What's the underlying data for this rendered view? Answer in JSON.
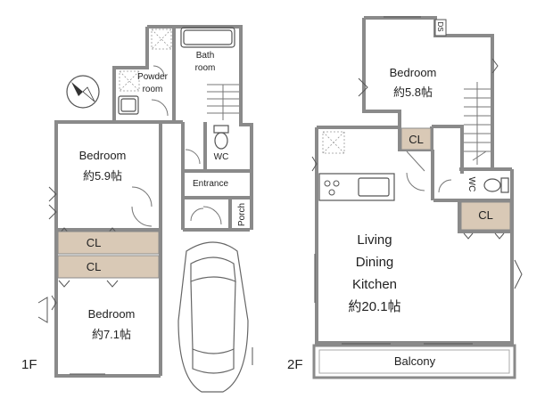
{
  "floor_1": {
    "level_label": "1F",
    "bath": {
      "name_line1": "Bath",
      "name_line2": "room"
    },
    "powder": {
      "name_line1": "Powder",
      "name_line2": "room"
    },
    "bedroom_a": {
      "name": "Bedroom",
      "size": "約5.9帖"
    },
    "bedroom_b": {
      "name": "Bedroom",
      "size": "約7.1帖"
    },
    "closet_a": "CL",
    "closet_b": "CL",
    "wc": "WC",
    "entrance": "Entrance",
    "porch": "Porch"
  },
  "floor_2": {
    "level_label": "2F",
    "bedroom": {
      "name": "Bedroom",
      "size": "約5.8帖"
    },
    "closet_a": "CL",
    "closet_b": "CL",
    "wc": "WC",
    "ds": "DS",
    "ldk": {
      "line1": "Living",
      "line2": "Dining",
      "line3": "Kitchen",
      "size": "約20.1帖"
    },
    "balcony": "Balcony"
  },
  "colors": {
    "wall": "#8a8a8a",
    "closet_fill": "#d9c9b6",
    "line": "#555555"
  },
  "icons": [
    "north-arrow-icon",
    "car-icon",
    "toilet-icon",
    "sink-icon",
    "stove-icon",
    "bathtub-icon"
  ]
}
